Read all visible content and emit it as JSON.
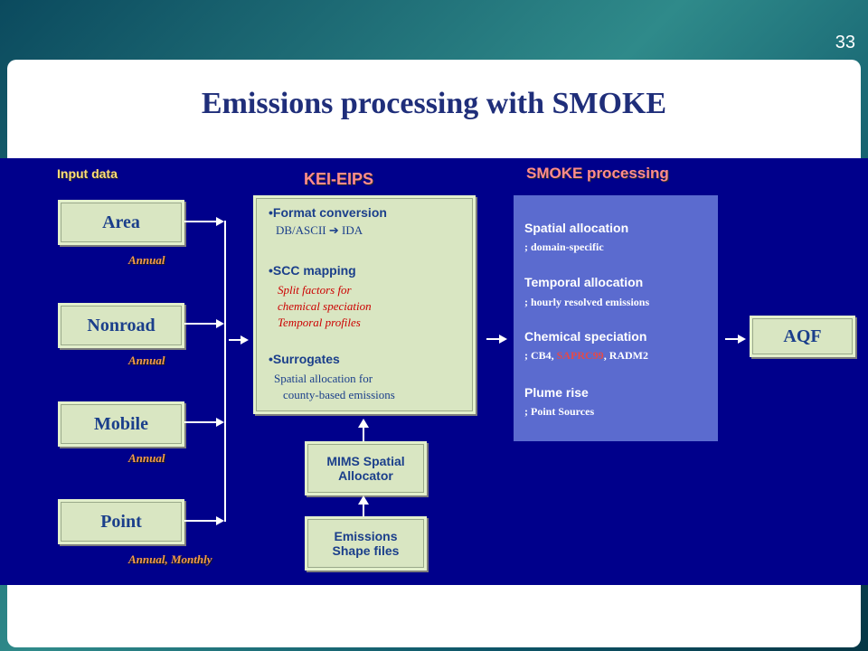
{
  "slide_number": "33",
  "title": "Emissions processing with SMOKE",
  "input": {
    "header": "Input data",
    "sources": [
      {
        "label": "Area",
        "frequency": "Annual"
      },
      {
        "label": "Nonroad",
        "frequency": "Annual"
      },
      {
        "label": "Mobile",
        "frequency": "Annual"
      },
      {
        "label": "Point",
        "frequency": "Annual, Monthly"
      }
    ]
  },
  "kei": {
    "header": "KEI-EIPS",
    "items": [
      {
        "title": "•Format conversion",
        "details": [
          "DB/ASCII ➔ IDA"
        ]
      },
      {
        "title": "•SCC mapping",
        "details": [
          "Split factors for",
          "chemical speciation",
          "Temporal profiles"
        ]
      },
      {
        "title": "•Surrogates",
        "details": [
          "Spatial allocation for",
          "county-based emissions"
        ]
      }
    ]
  },
  "mims": {
    "line1": "MIMS Spatial",
    "line2": "Allocator"
  },
  "shape_files": {
    "line1": "Emissions",
    "line2": "Shape files"
  },
  "smoke": {
    "header": "SMOKE processing",
    "steps": [
      {
        "title": "Spatial allocation",
        "detail": "; domain-specific"
      },
      {
        "title": "Temporal allocation",
        "detail": "; hourly resolved emissions"
      },
      {
        "title": "Chemical speciation",
        "detail_pre": "; CB4, ",
        "detail_highlight": "SAPRC99",
        "detail_post": ", RADM2"
      },
      {
        "title": "Plume rise",
        "detail": "; Point Sources"
      }
    ]
  },
  "output": {
    "label": "AQF"
  },
  "colors": {
    "panel": "#00008b",
    "box_fill": "#d9e6c2",
    "box_text": "#1b3f8b",
    "smoke_fill": "#5b6bcf",
    "title": "#1f2e7a",
    "frequency": "#f49b4a",
    "header_red": "#ff8c8c",
    "header_yellow": "#ffde7a",
    "highlight": "#e34a4a"
  }
}
